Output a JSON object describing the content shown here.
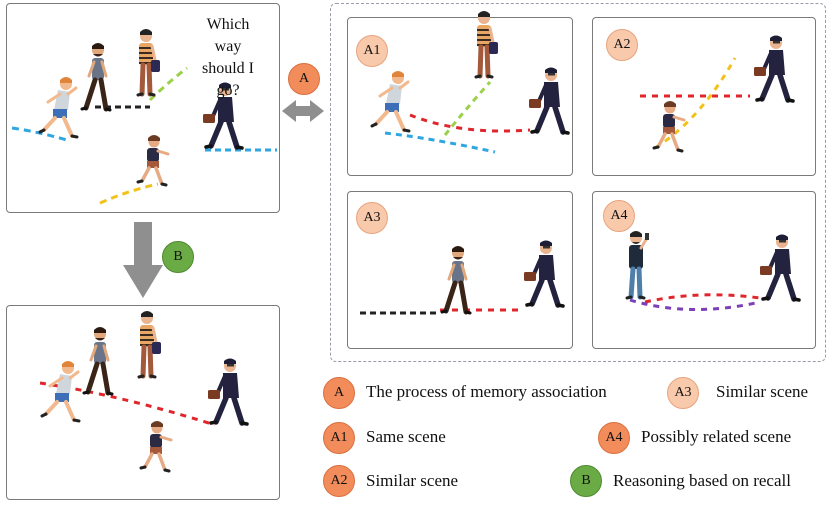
{
  "question": [
    "Which way",
    "should I",
    "go?"
  ],
  "top_badge": "A",
  "bottom_badge": "B",
  "panels": {
    "a1": "A1",
    "a2": "A2",
    "a3": "A3",
    "a4": "A4"
  },
  "legend": [
    {
      "badge": "A",
      "text": "The process of memory association",
      "color": "#f28c5a"
    },
    {
      "badge": "A1",
      "text": "Same scene",
      "color": "#f28c5a"
    },
    {
      "badge": "A2",
      "text": "Similar scene",
      "color": "#f28c5a"
    },
    {
      "badge": "A3",
      "text": "Similar scene",
      "color": "#f8c9ab"
    },
    {
      "badge": "A4",
      "text": "Possibly related  scene",
      "color": "#f28c5a"
    },
    {
      "badge": "B",
      "text": "Reasoning based on recall",
      "color": "#6aab45"
    }
  ],
  "colors": {
    "blue_path": "#2ea6e0",
    "green_path": "#9bd14a",
    "yellow_path": "#f2c21b",
    "black_path": "#222222",
    "red_path": "#e0262a",
    "purple_path": "#7b3fb8"
  }
}
